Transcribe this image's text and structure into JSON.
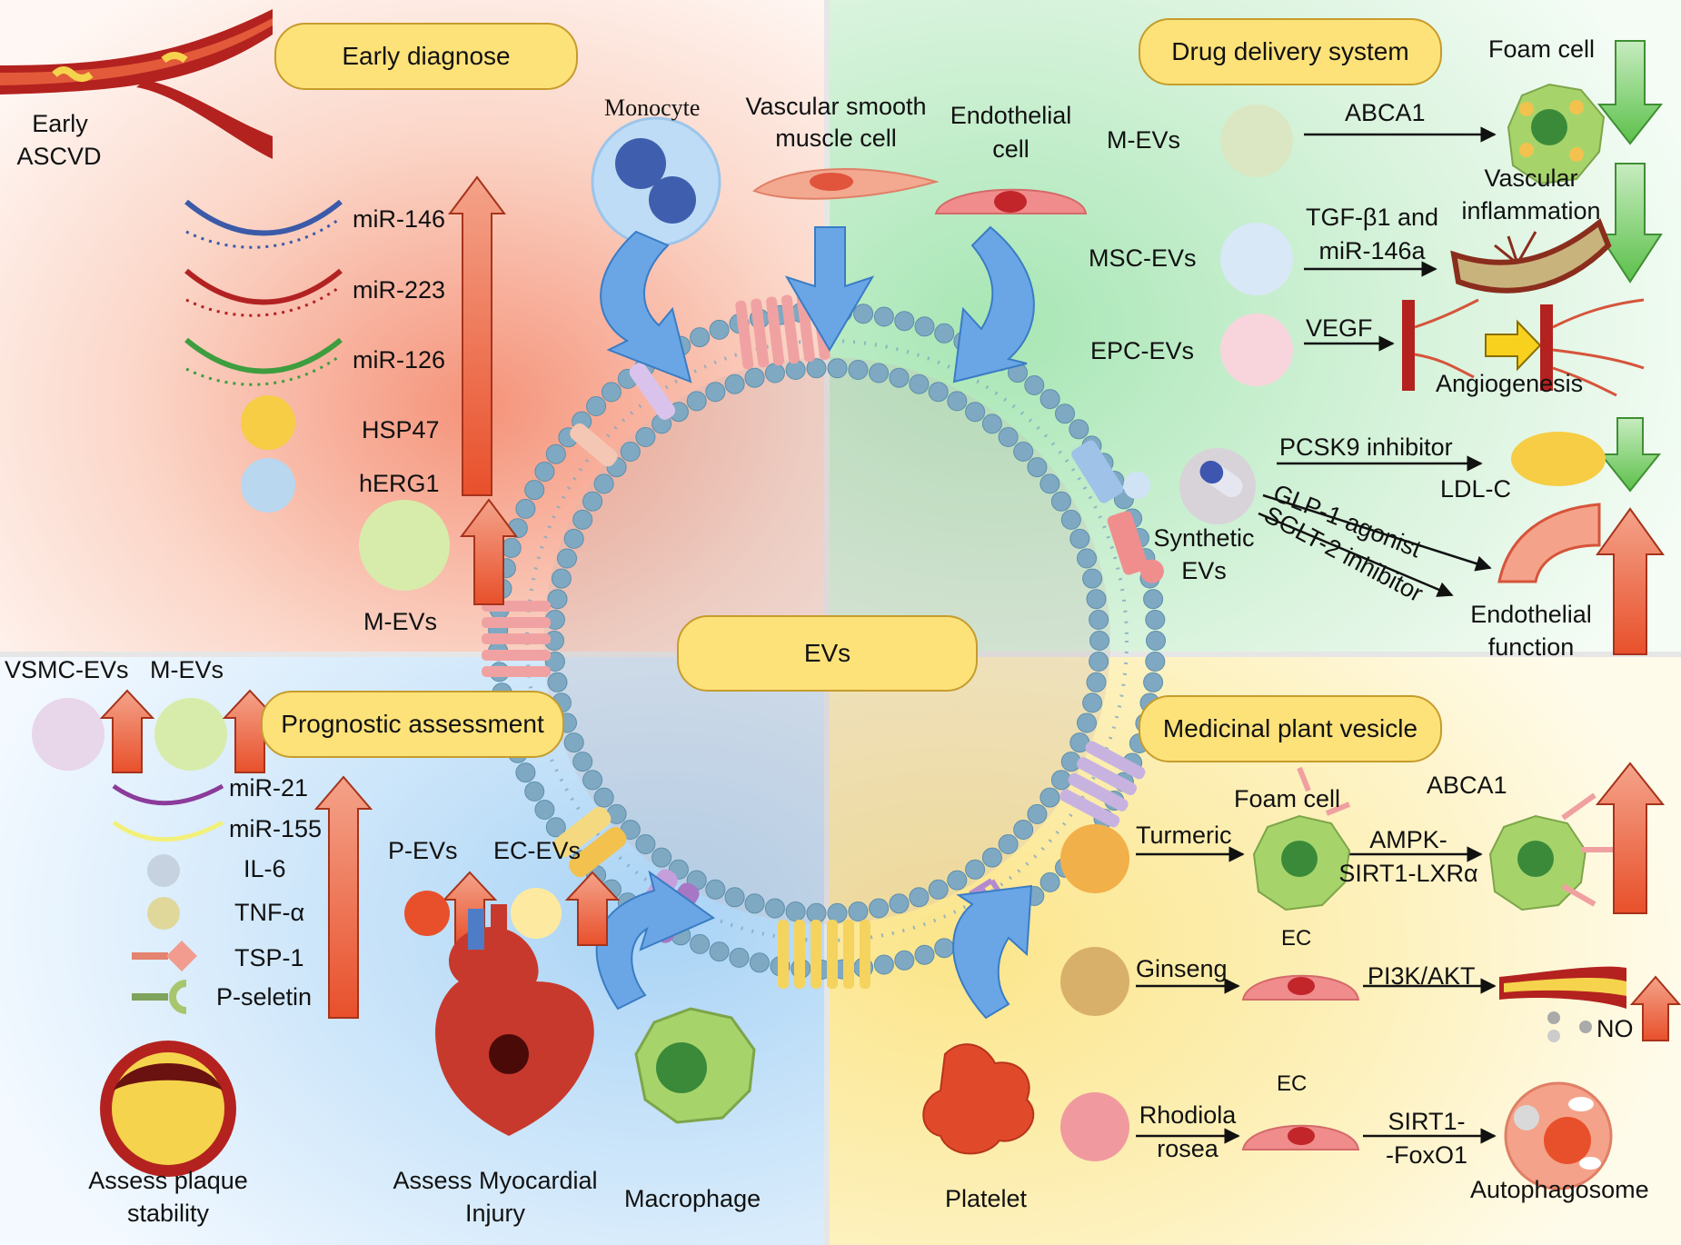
{
  "center": {
    "label": "EVs"
  },
  "top_left": {
    "title": "Early diagnose",
    "ascvd": [
      "Early",
      "ASCVD"
    ],
    "markers": [
      "miR-146",
      "miR-223",
      "miR-126",
      "HSP47",
      "hERG1",
      "M-EVs"
    ]
  },
  "cells_top": {
    "monocyte": "Monocyte",
    "vsmc": [
      "Vascular smooth",
      "muscle cell"
    ],
    "endothelial": [
      "Endothelial",
      "cell"
    ]
  },
  "top_right": {
    "title": "Drug delivery system",
    "rows": [
      {
        "source": "M-EVs",
        "via": "ABCA1",
        "target": "Foam cell"
      },
      {
        "source": "MSC-EVs",
        "via": [
          "TGF-β1 and",
          "miR-146a"
        ],
        "target": [
          "Vascular",
          "inflammation"
        ]
      },
      {
        "source": "EPC-EVs",
        "via": "VEGF",
        "target": "Angiogenesis"
      }
    ],
    "synthetic": {
      "source": [
        "Synthetic",
        "EVs"
      ],
      "pcsk9": "PCSK9 inhibitor",
      "ldl": "LDL-C",
      "glp1": "GLP-1 agonist",
      "sglt2": "SGLT-2 inhibitor",
      "endo": [
        "Endothelial",
        "function"
      ]
    }
  },
  "bottom_left": {
    "title": "Prognostic assessment",
    "vsmc_evs": "VSMC-EVs",
    "m_evs": "M-EVs",
    "markers": [
      "miR-21",
      "miR-155",
      "IL-6",
      "TNF-α",
      "TSP-1",
      "P-seletin"
    ],
    "plaque": [
      "Assess plaque",
      "stability"
    ],
    "p_evs": "P-EVs",
    "ec_evs": "EC-EVs",
    "myocardial": [
      "Assess Myocardial",
      "Injury"
    ],
    "macrophage": "Macrophage"
  },
  "bottom_right": {
    "title": "Medicinal plant vesicle",
    "platelet": "Platelet",
    "turmeric": {
      "source": "Turmeric",
      "foam": "Foam cell",
      "abca1": "ABCA1",
      "path": [
        "AMPK-",
        "SIRT1-LXRα"
      ]
    },
    "ginseng": {
      "source": "Ginseng",
      "ec": "EC",
      "path": "PI3K/AKT",
      "no": "NO"
    },
    "rhodiola": {
      "source": [
        "Rhodiola",
        "rosea"
      ],
      "ec": "EC",
      "path": [
        "SIRT1-",
        "-FoxO1"
      ],
      "target": "Autophagosome"
    }
  },
  "colors": {
    "top_left": "#f5937a",
    "top_right": "#a7e6b4",
    "bottom_left": "#a9d3f5",
    "bottom_right": "#fbe58a",
    "pill": "#fde27a",
    "up_arrow": "#e8502b",
    "down_arrow": "#6ccb5a",
    "bilayer": "#7fa9c2"
  }
}
